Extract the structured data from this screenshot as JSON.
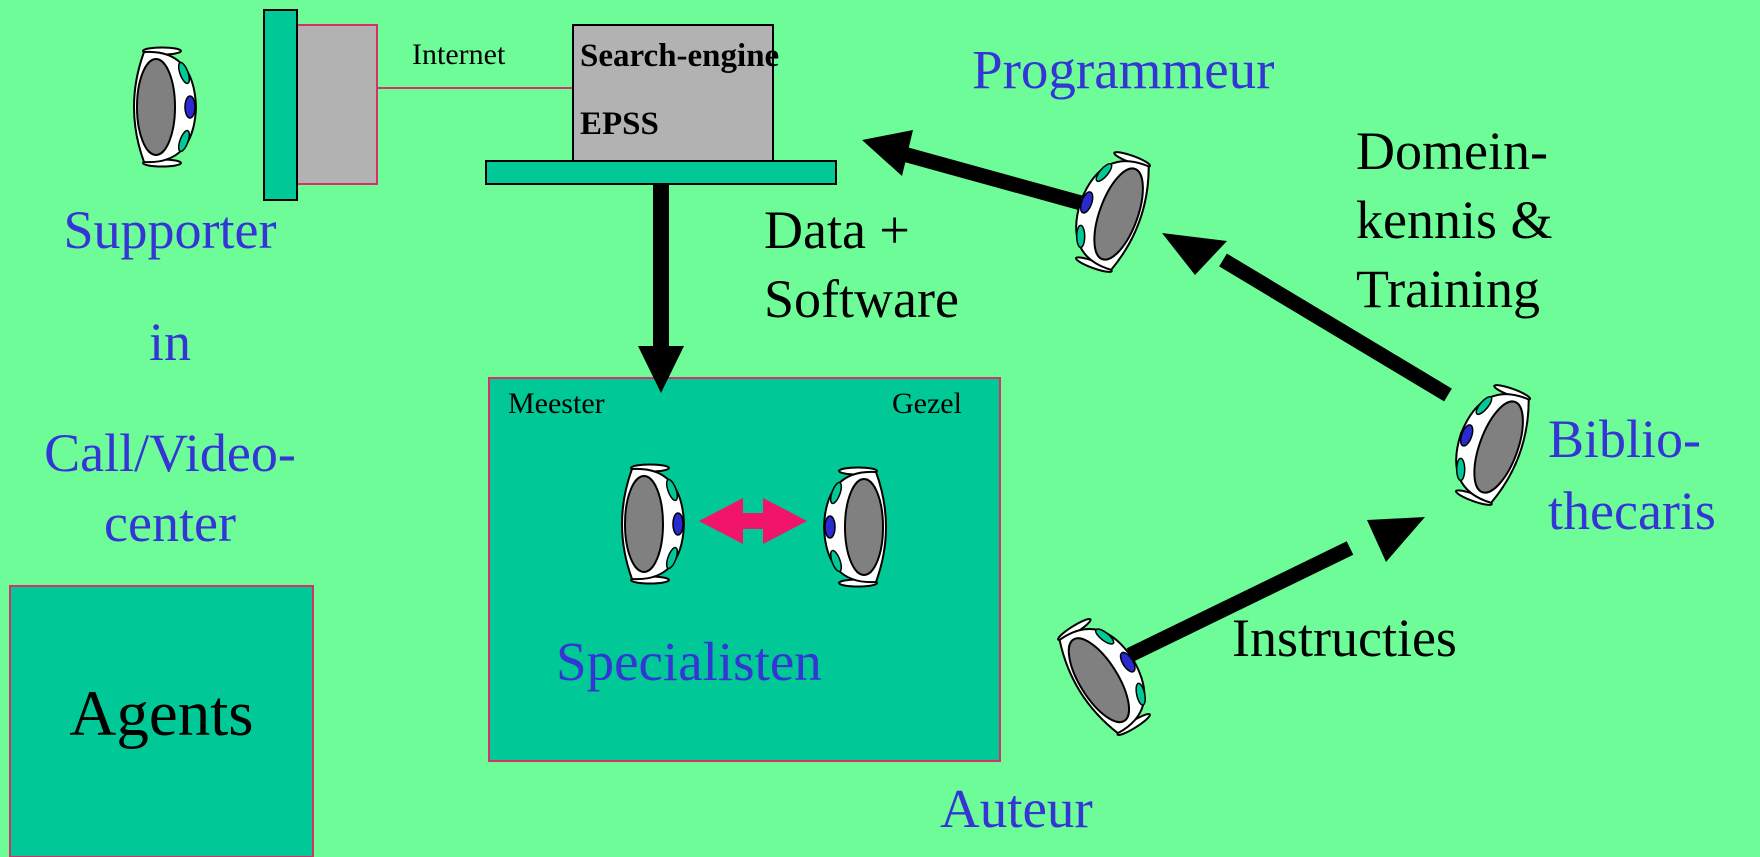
{
  "diagram": {
    "labels": {
      "internet": "Internet",
      "search_engine": "Search-engine",
      "epss": "EPSS",
      "programmeur": "Programmeur",
      "domeinkennis": [
        "Domein-",
        "kennis &",
        "Training"
      ],
      "data_software": [
        "Data +",
        "Software"
      ],
      "supporter": [
        "Supporter",
        "in",
        "Call/Video-",
        "center"
      ],
      "meester": "Meester",
      "gezel": "Gezel",
      "specialisten": "Specialisten",
      "bibliothecaris": [
        "Biblio-",
        "thecaris"
      ],
      "instructies": "Instructies",
      "auteur": "Auteur",
      "agents": "Agents"
    },
    "colors": {
      "background": "#6dfc97",
      "box_teal": "#00c896",
      "box_border": "#d9306a",
      "screen_gray": "#b2b2b2",
      "label_blue": "#3535d6",
      "arrow_black": "#000000",
      "arrow_pink": "#f0146a"
    },
    "icons": [
      "person-icon",
      "double-arrow-icon",
      "monitor-icon",
      "server-icon"
    ]
  }
}
